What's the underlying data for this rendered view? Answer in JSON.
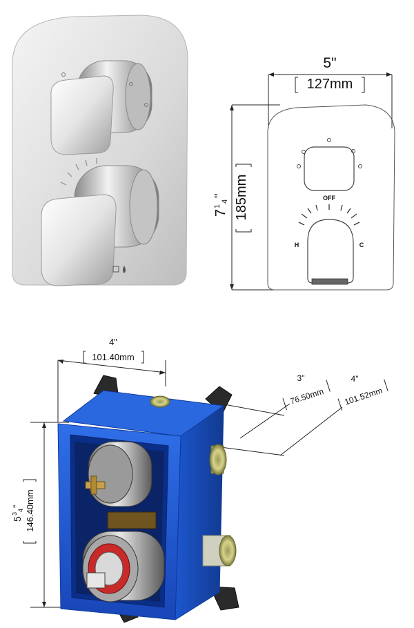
{
  "trim_front_view": {
    "width_imperial": "5\"",
    "width_metric": "127mm",
    "height_imperial_whole": "7",
    "height_imperial_fraction_num": "1",
    "height_imperial_fraction_den": "4",
    "height_imperial_inch_mark": "\"",
    "height_metric": "185mm",
    "label_off": "OFF",
    "label_hot": "H",
    "label_cold": "C"
  },
  "rough_in_box": {
    "width_imperial": "4\"",
    "width_metric": "101.40mm",
    "depth_front_imperial": "3\"",
    "depth_front_metric": "76.50mm",
    "depth_total_imperial": "4\"",
    "depth_total_metric": "101.52mm",
    "height_imperial_whole": "5",
    "height_imperial_fraction_num": "3",
    "height_imperial_fraction_den": "4",
    "height_imperial_inch_mark": "\"",
    "height_metric": "146.40mm"
  },
  "colors": {
    "box_blue": "#1f5fd6",
    "box_blue_dark": "#123a8f",
    "chrome": "#d9d9d9",
    "brass": "#c8a04a"
  }
}
